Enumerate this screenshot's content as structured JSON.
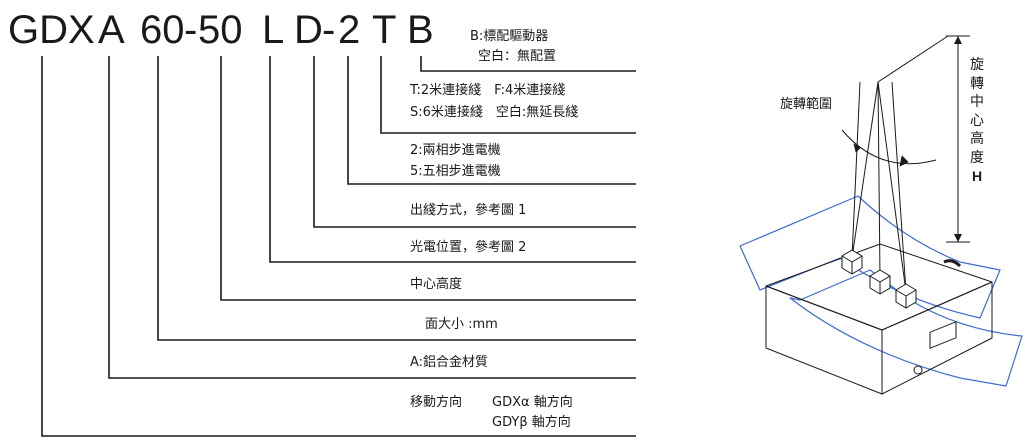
{
  "code": {
    "prefix": "GDX",
    "material": "A",
    "size": "60",
    "dash1": "-",
    "height": "50",
    "photo": "L",
    "outlet": "D",
    "dash2": "-",
    "motor": "2",
    "cable": "T",
    "driver": "B"
  },
  "labels": {
    "driver_1": "B:標配驅動器",
    "driver_2": "空白：無配置",
    "cable_1": "T:2米連接綫　F:4米連接綫",
    "cable_2": "S:6米連接綫　空白:無延長綫",
    "motor_1": "2:兩相步進電機",
    "motor_2": "5:五相步進電機",
    "outlet": "出綫方式，參考圖 1",
    "photo": "光電位置，參考圖 2",
    "height": "中心高度",
    "size": "面大小 :mm",
    "material": "A:鋁合金材質",
    "direction_title": "移動方向",
    "direction_x": "GDXα 軸方向",
    "direction_y": "GDYβ 軸方向"
  },
  "figure": {
    "rotation_range": "旋轉範圍",
    "center_height_chars": [
      "旋",
      "轉",
      "中",
      "心",
      "高",
      "度"
    ],
    "height_symbol": "H"
  }
}
